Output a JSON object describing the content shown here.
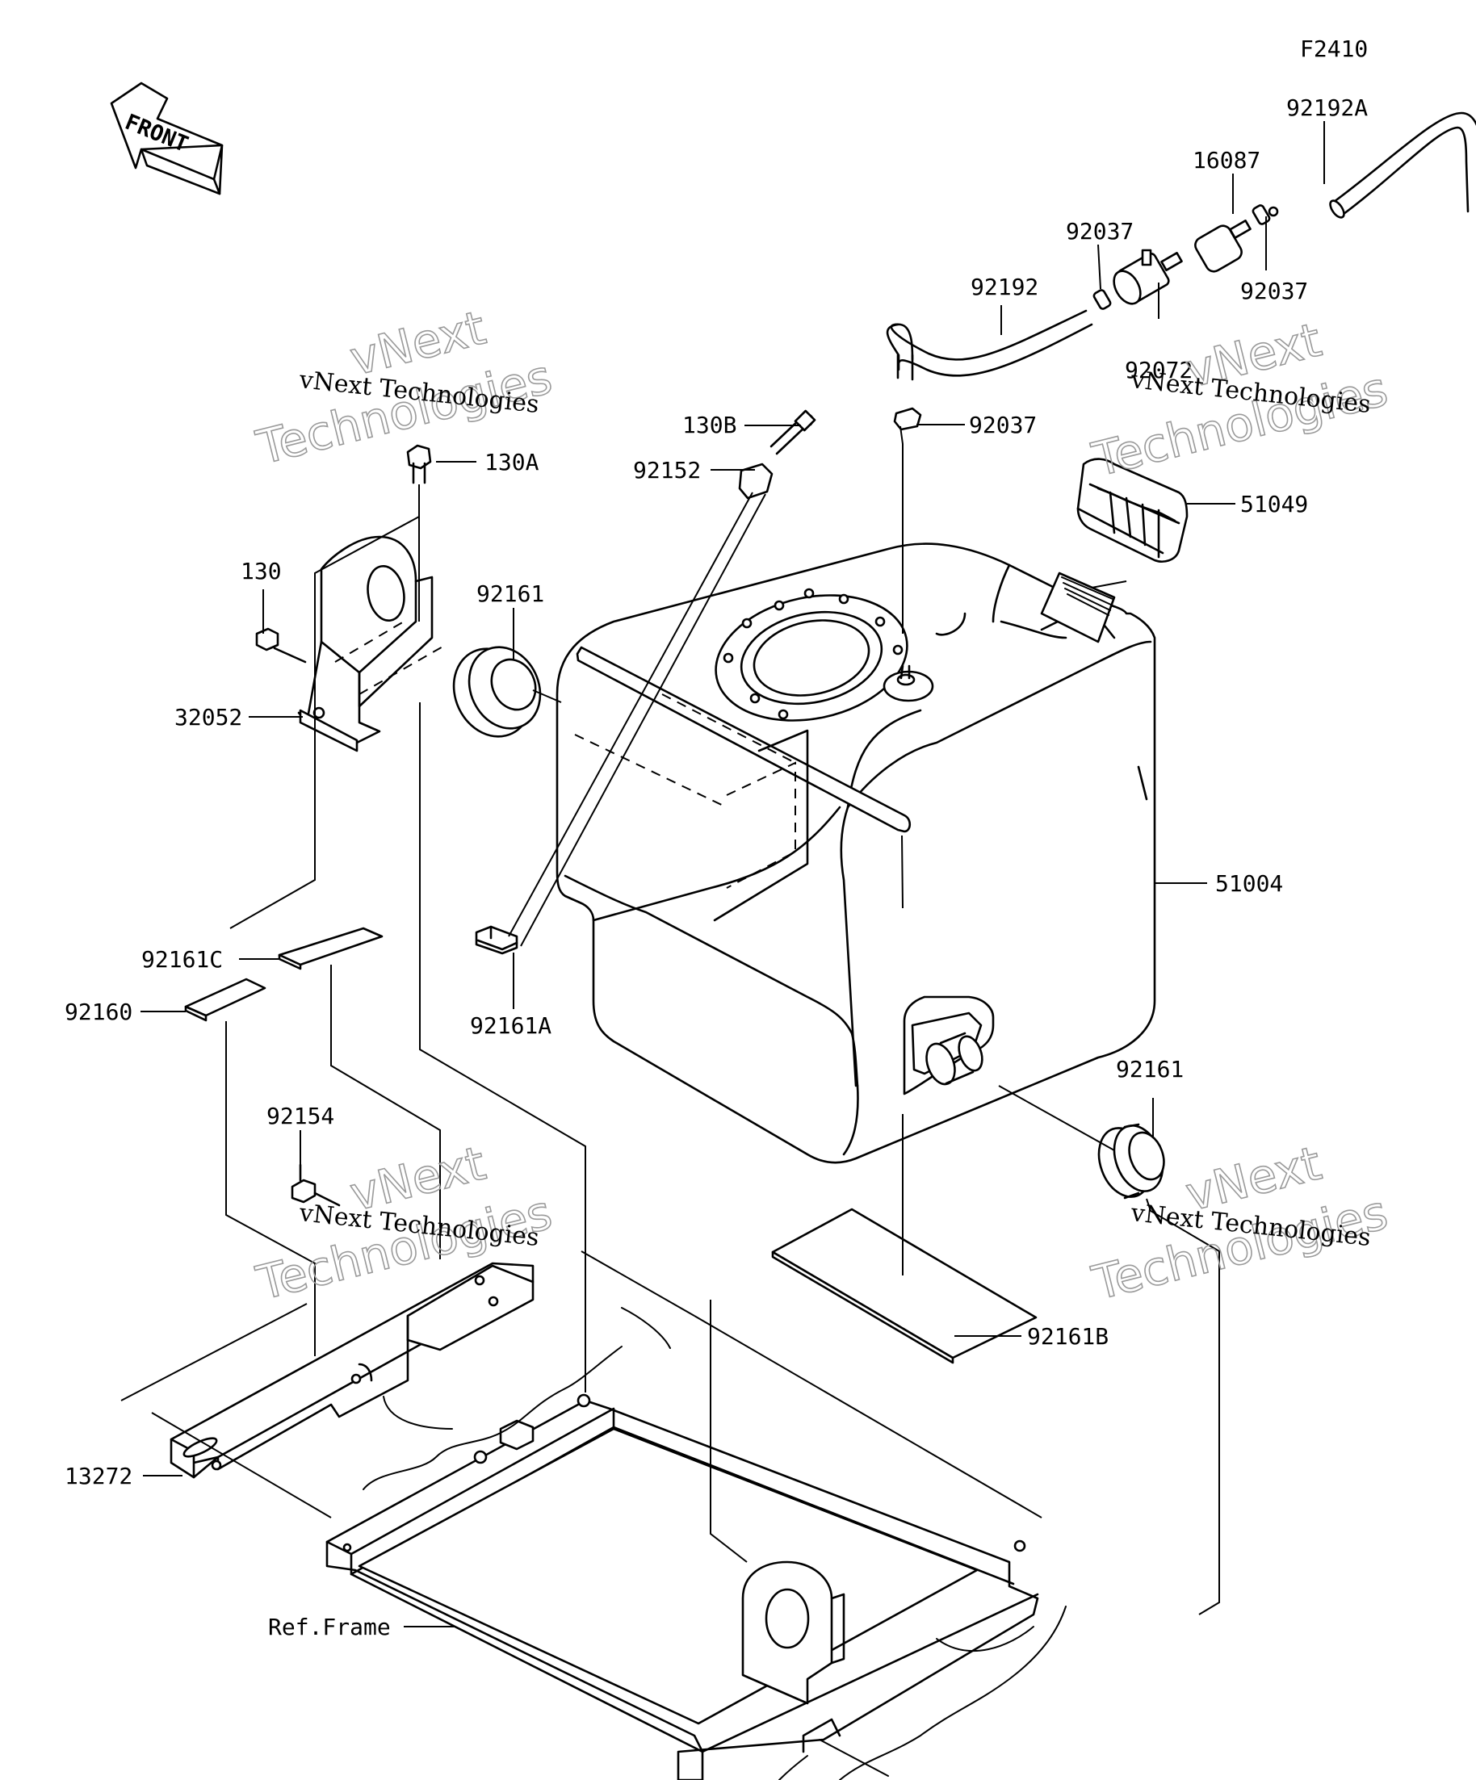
{
  "figure_code": "F2410",
  "front_label": "FRONT",
  "watermark": {
    "line1": "vNext Technologies",
    "line2a": "vNext",
    "line2b": "Technologies"
  },
  "parts": [
    {
      "ref": "92192A"
    },
    {
      "ref": "16087"
    },
    {
      "ref": "92037"
    },
    {
      "ref": "92192"
    },
    {
      "ref": "92037"
    },
    {
      "ref": "92072"
    },
    {
      "ref": "130B"
    },
    {
      "ref": "92037"
    },
    {
      "ref": "92152"
    },
    {
      "ref": "130A"
    },
    {
      "ref": "51049"
    },
    {
      "ref": "130"
    },
    {
      "ref": "92161"
    },
    {
      "ref": "32052"
    },
    {
      "ref": "51004"
    },
    {
      "ref": "92161C"
    },
    {
      "ref": "92160"
    },
    {
      "ref": "92161A"
    },
    {
      "ref": "92161"
    },
    {
      "ref": "92154"
    },
    {
      "ref": "92161B"
    },
    {
      "ref": "13272"
    },
    {
      "ref": "Ref.Frame"
    }
  ]
}
